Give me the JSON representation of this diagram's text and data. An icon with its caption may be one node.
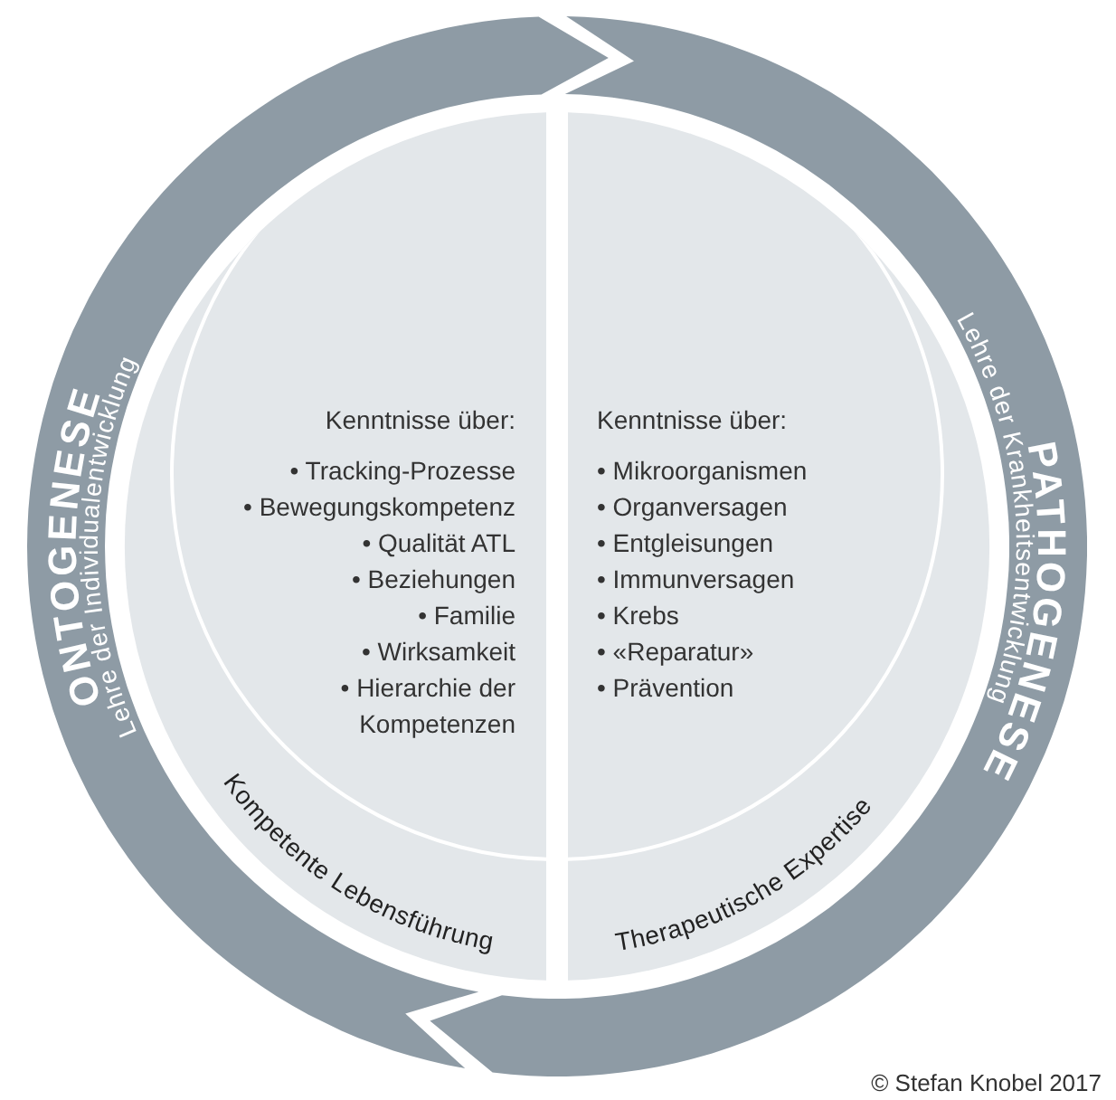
{
  "diagram": {
    "nodes": [
      {
        "text": [
          "ONTOGENESE",
          "Lehre der Individualentwicklung"
        ]
      },
      {
        "text": [
          "PATHOGENESE",
          "Lehre der Krankheitsentwicklung"
        ]
      },
      {
        "text": [
          "Kenntnisse über:",
          "• Tracking-Prozesse",
          "• Bewegungskompetenz",
          "• Qualität ATL",
          "• Beziehungen",
          "• Familie",
          "• Wirksamkeit",
          "• Hierarchie der Kompetenzen",
          "Kompetente Lebensführung"
        ]
      },
      {
        "text": [
          "Kenntnisse über:",
          "• Mikroorganismen",
          "• Organversagen",
          "• Entgleisungen",
          "• Immunversagen",
          "• Krebs",
          "• «Reparatur»",
          "• Prävention",
          "Therapeutische Expertise"
        ]
      }
    ],
    "labels": [
      "© Stefan Knobel 2017"
    ]
  }
}
